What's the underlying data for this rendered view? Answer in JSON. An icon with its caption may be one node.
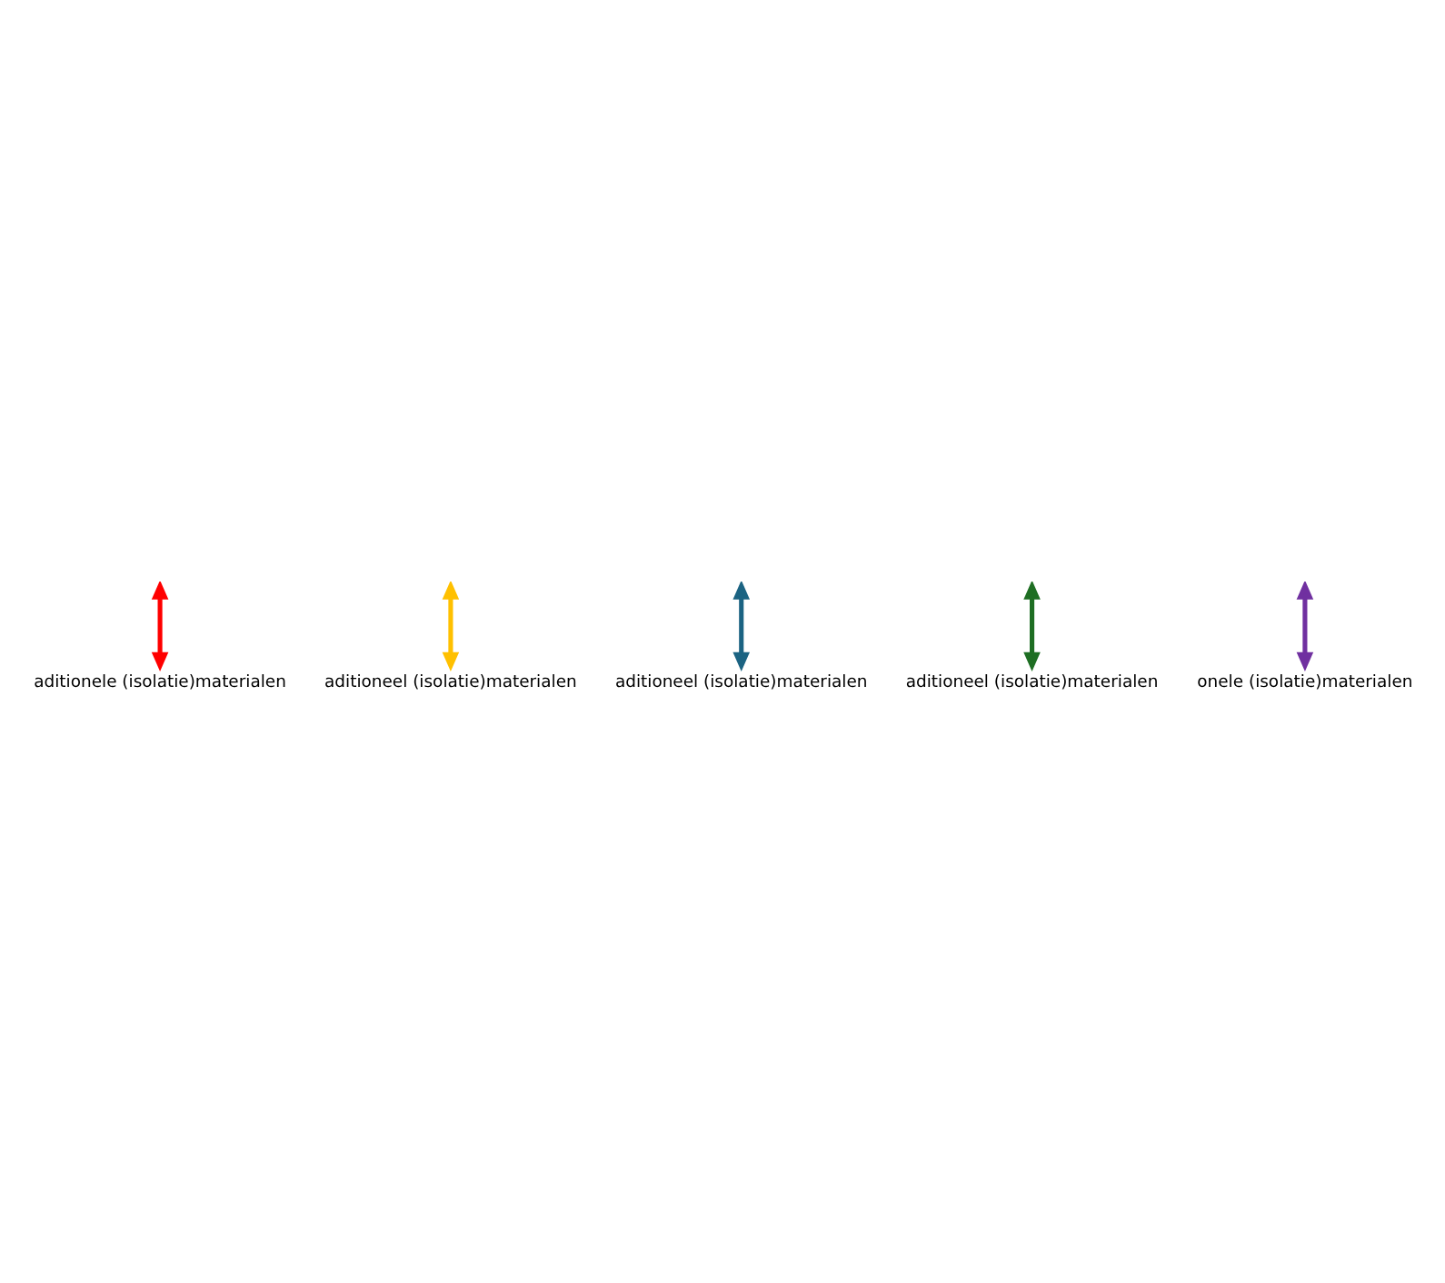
{
  "diagram": {
    "nodes": [
      {
        "text": [
          "aditionele (isolatie)materialen"
        ]
      },
      {
        "text": [
          "aditioneel (isolatie)materialen"
        ]
      },
      {
        "text": [
          "aditioneel (isolatie)materialen"
        ]
      },
      {
        "text": [
          "aditioneel (isolatie)materialen"
        ]
      },
      {
        "text": [
          "onele (isolatie)materialen"
        ]
      }
    ],
    "edges": [
      {
        "from": null,
        "to": 0,
        "arrow": "both",
        "color": "#ff0000"
      },
      {
        "from": null,
        "to": 1,
        "arrow": "both",
        "color": "#ffc000"
      },
      {
        "from": null,
        "to": 2,
        "arrow": "both",
        "color": "#1b6382"
      },
      {
        "from": null,
        "to": 3,
        "arrow": "both",
        "color": "#1e6e23"
      },
      {
        "from": null,
        "to": 4,
        "arrow": "both",
        "color": "#7030a0"
      }
    ]
  }
}
